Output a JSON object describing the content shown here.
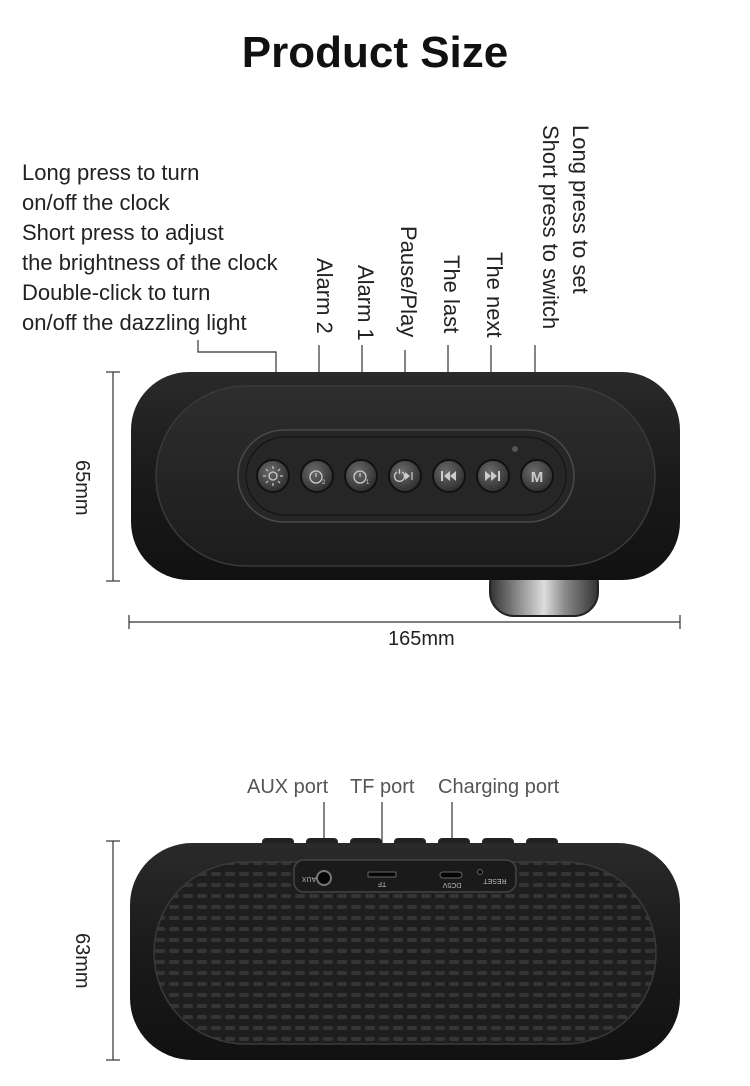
{
  "title": "Product Size",
  "left_note": {
    "lines": [
      "Long press to turn",
      "on/off the clock",
      "Short press to adjust",
      "the brightness of the clock",
      "Double-click to turn",
      "on/off the dazzling light"
    ]
  },
  "button_labels": {
    "alarm2": "Alarm 2",
    "alarm1": "Alarm 1",
    "pause_play": "Pause/Play",
    "last": "The last",
    "next": "The next",
    "mode_line1": "Long press to set",
    "mode_line2": "Short press to switch"
  },
  "dimensions": {
    "top_height": "65mm",
    "top_width": "165mm",
    "back_height": "63mm"
  },
  "ports": {
    "aux": "AUX port",
    "tf": "TF port",
    "charging": "Charging port"
  },
  "device_markings": {
    "m_button": "M",
    "aux": "AUX",
    "tf": "TF",
    "dc": "DC5V",
    "reset": "RESET"
  }
}
